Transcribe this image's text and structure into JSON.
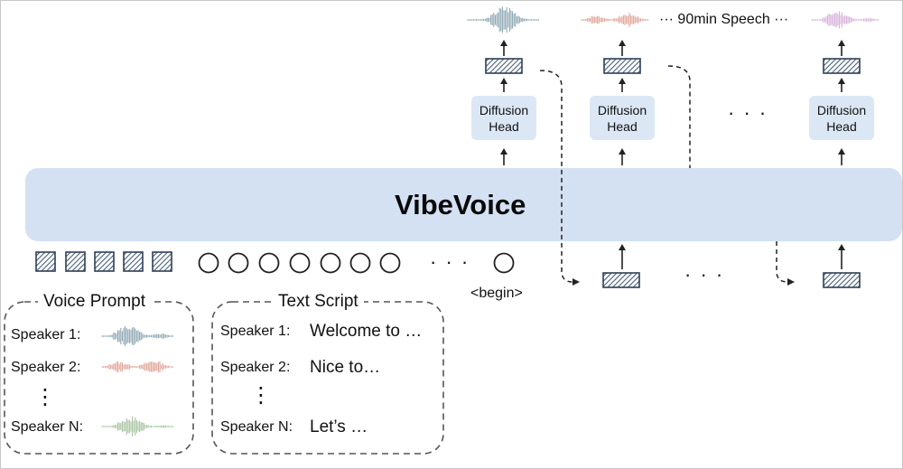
{
  "diagram": {
    "model_title": "VibeVoice",
    "head_label_line1": "Diffusion",
    "head_label_line2": "Head",
    "speech_caption": "···  90min Speech  ···",
    "ellipsis": "· · ·",
    "begin_token_label": "<begin>",
    "voice_prompt": {
      "title": "Voice Prompt",
      "speakers": [
        "Speaker 1:",
        "Speaker 2:",
        "Speaker N:"
      ],
      "vertical_ellipsis": "⋮"
    },
    "text_script": {
      "title": "Text Script",
      "speakers": [
        "Speaker 1:",
        "Speaker 2:",
        "Speaker N:"
      ],
      "lines": [
        "Welcome to …",
        "Nice to…",
        "Let’s …"
      ],
      "vertical_ellipsis": "⋮"
    },
    "colors": {
      "model_fill": "#d4e1f3",
      "head_fill": "#dce7f6",
      "wave_blue": "#8fa9b5",
      "wave_red": "#e0a59a",
      "wave_green": "#a9c6a3",
      "wave_purple": "#d9b1da",
      "token_fill": "#5b6e88"
    },
    "icons": [
      "waveform-icon",
      "hatched-token-icon",
      "text-token-circle-icon",
      "arrow-icon"
    ]
  }
}
